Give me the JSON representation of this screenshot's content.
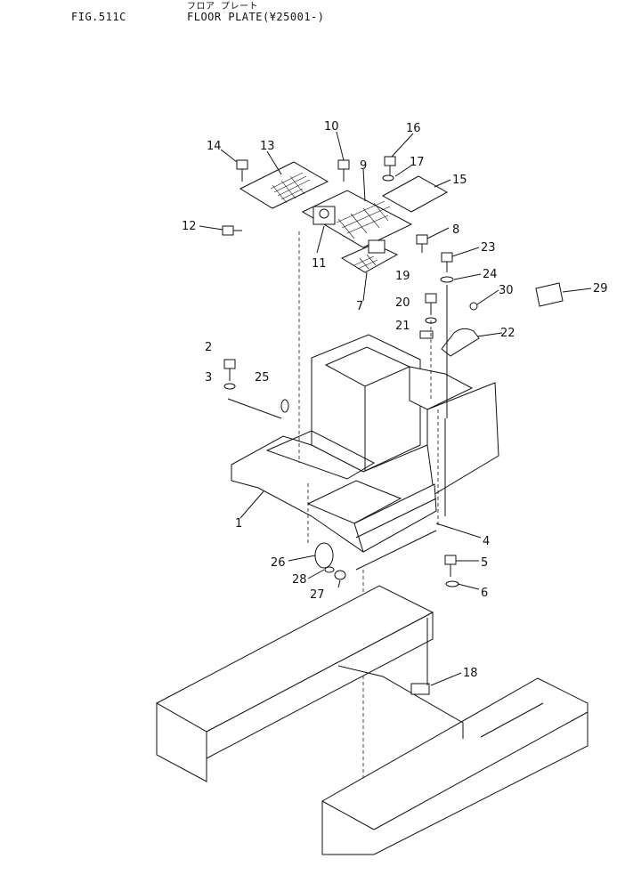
{
  "header": {
    "fig_label": "FIG.511C",
    "japanese_title": "フロア プレート",
    "english_title": "FLOOR PLATE(¥25001-)"
  },
  "callouts": [
    "1",
    "2",
    "3",
    "4",
    "5",
    "6",
    "7",
    "8",
    "9",
    "10",
    "11",
    "12",
    "13",
    "14",
    "15",
    "16",
    "17",
    "18",
    "19",
    "20",
    "21",
    "22",
    "23",
    "24",
    "25",
    "26",
    "27",
    "28",
    "29",
    "30"
  ]
}
